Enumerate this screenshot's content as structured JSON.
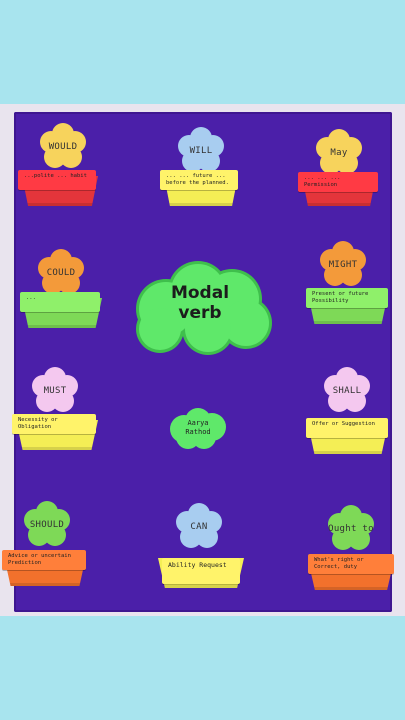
{
  "poster": {
    "title_line1": "Modal",
    "title_line2": "verb",
    "author_line1": "Aarya",
    "author_line2": "Rathod"
  },
  "modals": [
    {
      "word": "WOULD",
      "note": "...polite ... habit",
      "flower_color": "#f7d35c",
      "pot_color": "#e4353b"
    },
    {
      "word": "WILL",
      "note": "... ... future ... before the planned.",
      "flower_color": "#a8cdf0",
      "pot_color": "#f4ee55"
    },
    {
      "word": "May",
      "note": "... ... ... Permission",
      "flower_color": "#f7d35c",
      "pot_color": "#e4353b"
    },
    {
      "word": "COULD",
      "note": "...",
      "flower_color": "#f39a3a",
      "pot_color": "#7ed957"
    },
    {
      "word": "MIGHT",
      "note": "Present or future Possibility",
      "flower_color": "#f39a3a",
      "pot_color": "#7ed957"
    },
    {
      "word": "MUST",
      "note": "Necessity or Obligation",
      "flower_color": "#f4c8ef",
      "pot_color": "#f4ee55"
    },
    {
      "word": "SHALL",
      "note": "Offer or Suggestion",
      "flower_color": "#f4c8ef",
      "pot_color": "#f4ee55"
    },
    {
      "word": "SHOULD",
      "note": "Advice or uncertain Prediction",
      "flower_color": "#7ed957",
      "pot_color": "#f2712c"
    },
    {
      "word": "CAN",
      "note": "Ability Request",
      "flower_color": "#a8cdf0",
      "pot_color": "#f4ee55"
    },
    {
      "word": "Ought to",
      "note": "What's right or Correct, duty",
      "flower_color": "#7ed957",
      "pot_color": "#f2712c"
    }
  ],
  "colors": {
    "board": "#4b1fa9",
    "cloud": "#5fe86a",
    "page_bg": "#a8e4ee"
  }
}
